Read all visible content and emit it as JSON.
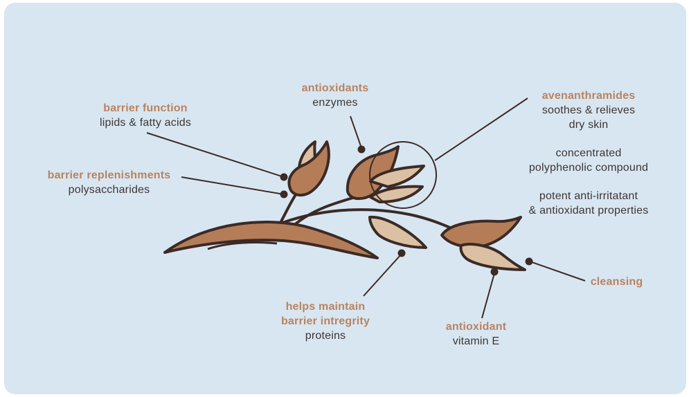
{
  "colors": {
    "background": "#d8e6f1",
    "outline": "#3b2a26",
    "leaf_dark": "#b47d58",
    "leaf_light": "#dcc0a3",
    "heading": "#b9835f",
    "text": "#3e3533"
  },
  "labels": {
    "barrier_function": {
      "title": "barrier function",
      "lines": [
        "lipids & fatty acids"
      ]
    },
    "barrier_replenishments": {
      "title": "barrier replenishments",
      "lines": [
        "polysaccharides"
      ]
    },
    "antioxidants": {
      "title": "antioxidants",
      "lines": [
        "enzymes"
      ]
    },
    "avenanthramides": {
      "title": "avenanthramides",
      "lines": [
        "soothes & relieves",
        "dry skin"
      ],
      "extra1": [
        "concentrated",
        "polyphenolic compound"
      ],
      "extra2": [
        "potent anti-irritatant",
        "& antioxidant properties"
      ]
    },
    "barrier_integrity": {
      "title1": "helps maintain",
      "title2": "barrier intregrity",
      "lines": [
        "proteins"
      ]
    },
    "antioxidant": {
      "title": "antioxidant",
      "lines": [
        "vitamin E"
      ]
    },
    "cleansing": {
      "title": "cleansing"
    }
  }
}
